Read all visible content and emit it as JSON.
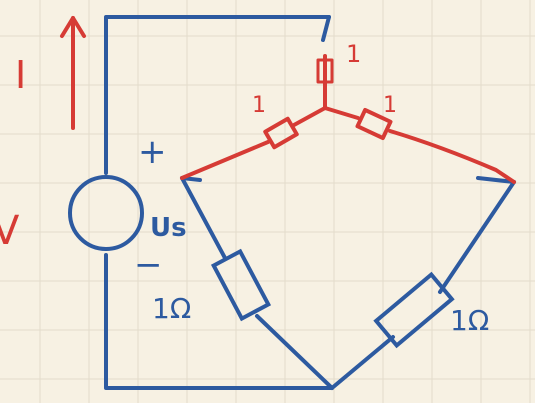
{
  "labels": {
    "current": "I",
    "source_plus": "+",
    "source_minus": "−",
    "source_name": "Us",
    "left_edge_v": "V",
    "resistor_left": "1Ω",
    "resistor_right": "1Ω",
    "star_top": "1",
    "star_left": "1",
    "star_right": "1"
  },
  "colors": {
    "paper": "#f7f1e3",
    "grid": "#e3dccb",
    "blue_ink": "#2d5aa0",
    "red_ink": "#d63b35"
  },
  "icons": {
    "source": "voltage-source-circle-icon",
    "resistor": "resistor-rectangle-icon",
    "arrow": "current-arrow-icon"
  }
}
